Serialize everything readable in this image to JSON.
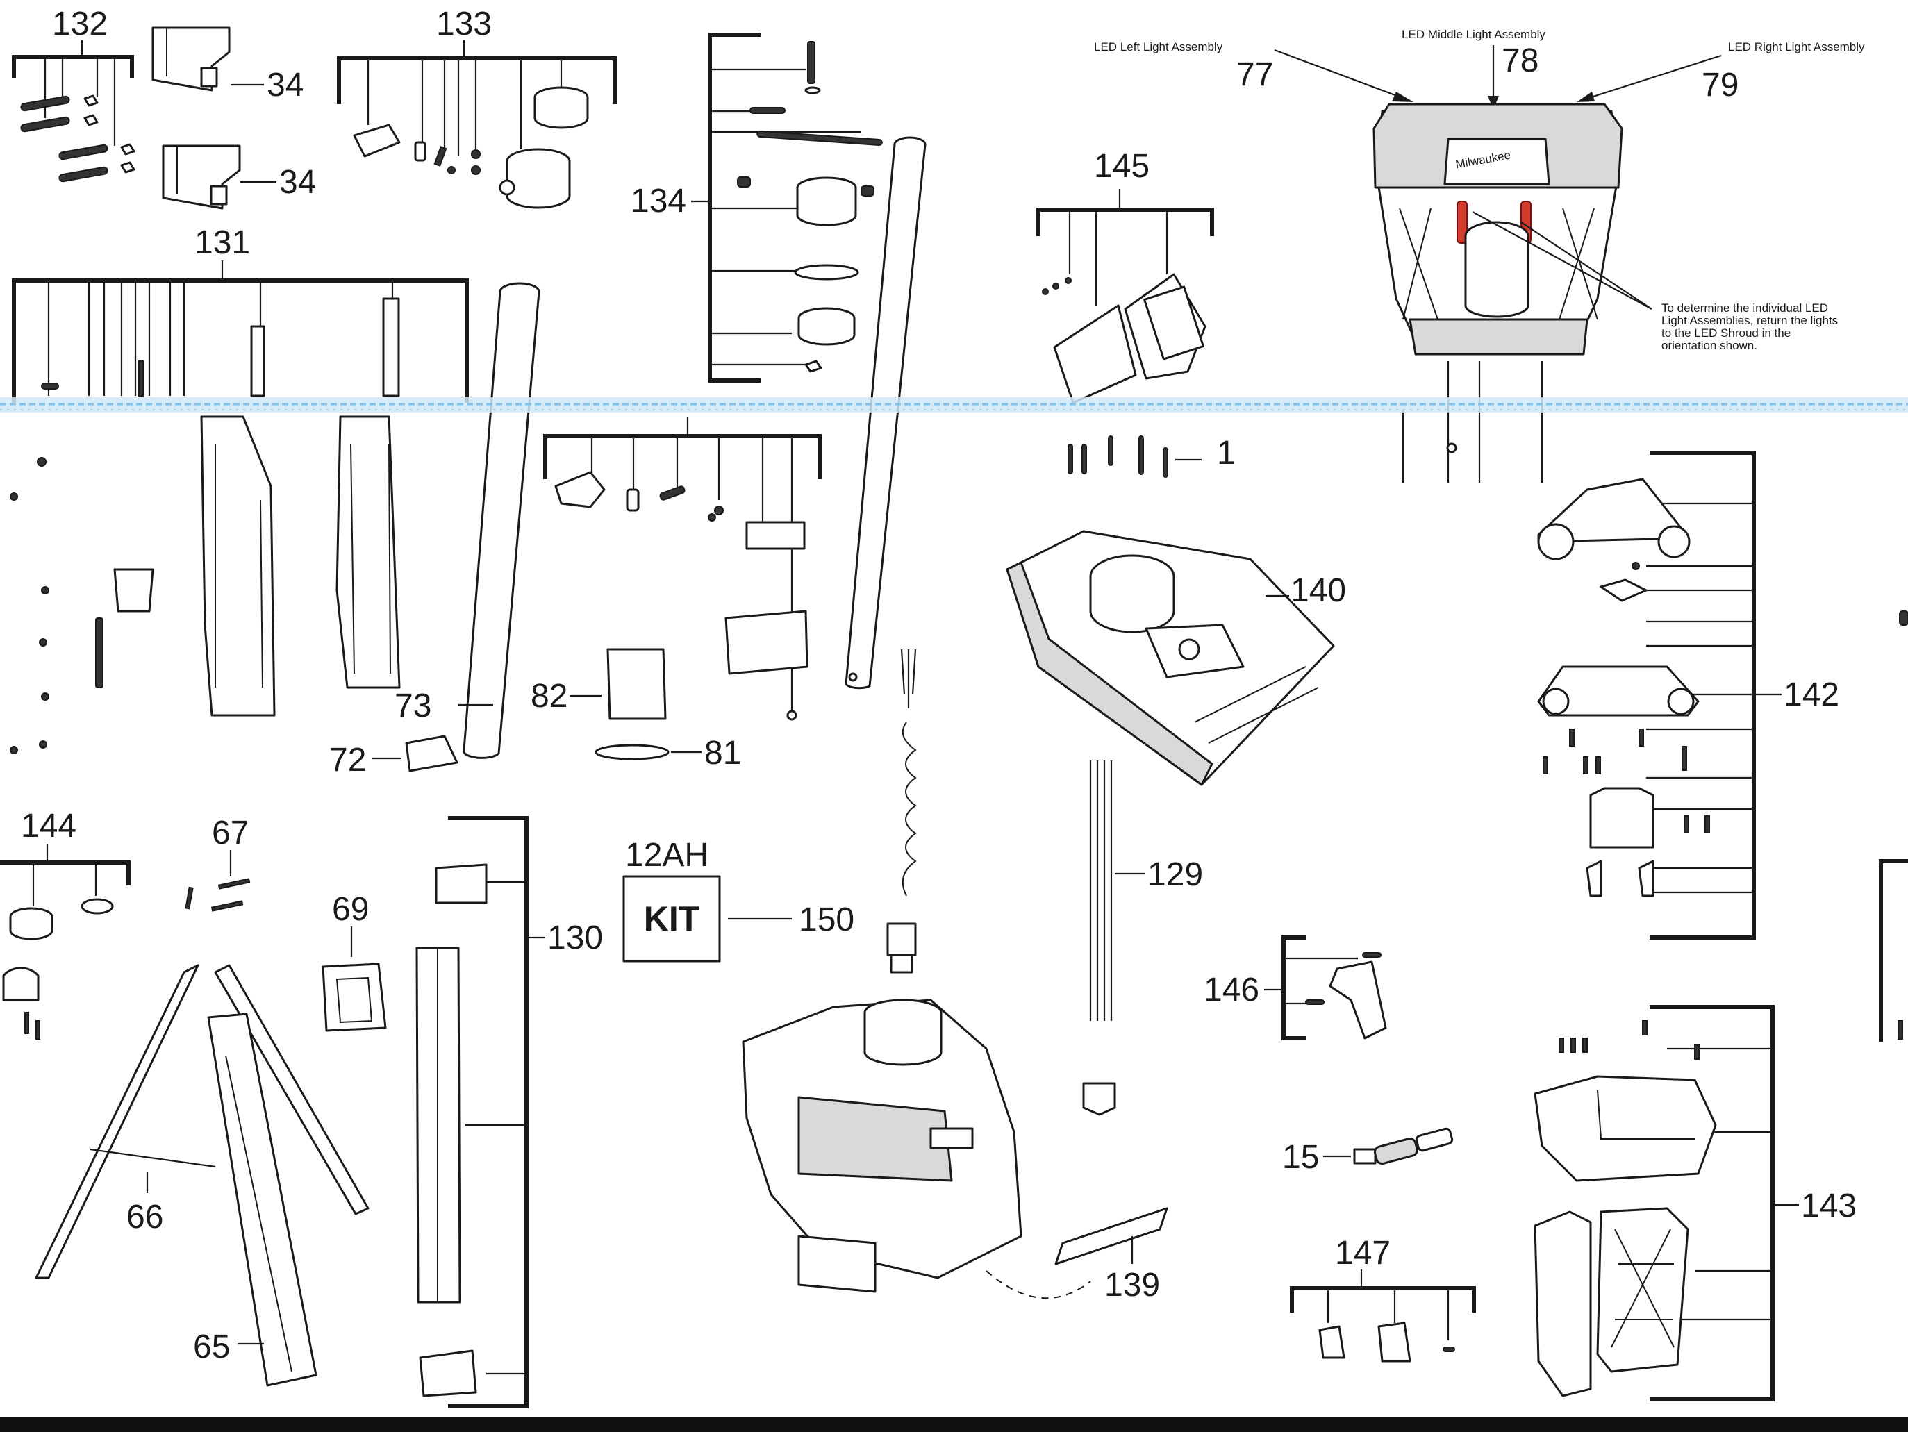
{
  "callouts": {
    "c132": "132",
    "c133": "133",
    "c34a": "34",
    "c34b": "34",
    "c131": "131",
    "c134": "134",
    "c145": "145",
    "c77": "77",
    "c78": "78",
    "c79": "79",
    "c1": "1",
    "c140": "140",
    "c142": "142",
    "c73": "73",
    "c72": "72",
    "c82": "82",
    "c81": "81",
    "c144": "144",
    "c67": "67",
    "c69": "69",
    "c130": "130",
    "c66": "66",
    "c65": "65",
    "c150": "150",
    "c129": "129",
    "c146": "146",
    "c15": "15",
    "c147": "147",
    "c143": "143",
    "c139": "139"
  },
  "labels": {
    "led_left": "LED Left Light Assembly",
    "led_middle": "LED Middle Light Assembly",
    "led_right": "LED Right Light Assembly",
    "note_line1": "To determine the individual LED",
    "note_line2": "Light Assemblies, return the lights",
    "note_line3": "to the LED Shroud in the",
    "note_line4": "orientation shown.",
    "kit_box": "KIT",
    "kit_capacity": "12AH",
    "brand_mark": "Milwaukee"
  },
  "colors": {
    "line": "#1a1a1a",
    "highlight_red": "#d33b2c",
    "scan_band": "#9fd3ee"
  }
}
